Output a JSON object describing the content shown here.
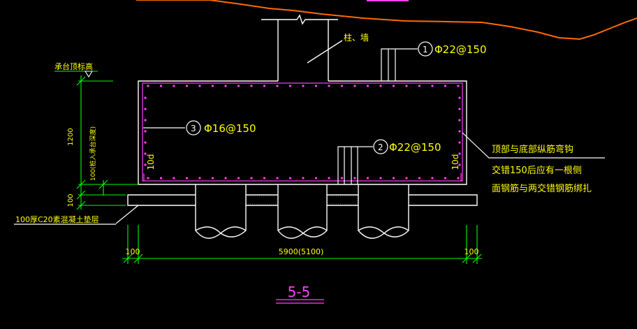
{
  "labels": {
    "column_wall": "柱、墙",
    "rebar_1": "Φ22@150",
    "rebar_1_num": "1",
    "rebar_2": "Φ22@150",
    "rebar_2_num": "2",
    "rebar_3": "Φ16@150",
    "rebar_3_num": "3",
    "cap_top_elev": "承台顶标高",
    "dim_1200": "1200",
    "dim_100_pile": "100(桩入承台深度)",
    "dim_100_left": "100",
    "bedding": "100厚C20素混凝土垫层",
    "hook_left": "10d",
    "hook_right": "10d",
    "note_line1": "顶部与底部纵筋弯钩",
    "note_line2": "交错150后应有一根侧",
    "note_line3": "面钢筋与两交错钢筋绑扎",
    "dim_bottom_left": "100",
    "dim_bottom_right": "100",
    "dim_bottom_total": "5900(5100)",
    "section_title": "5-5"
  },
  "colors": {
    "background": "#000000",
    "text_yellow": "#ffff00",
    "lines_white": "#ffffff",
    "rebar_magenta": "#ff40ff",
    "dim_green": "#00ff00",
    "ground_orange": "#ff6a00"
  }
}
